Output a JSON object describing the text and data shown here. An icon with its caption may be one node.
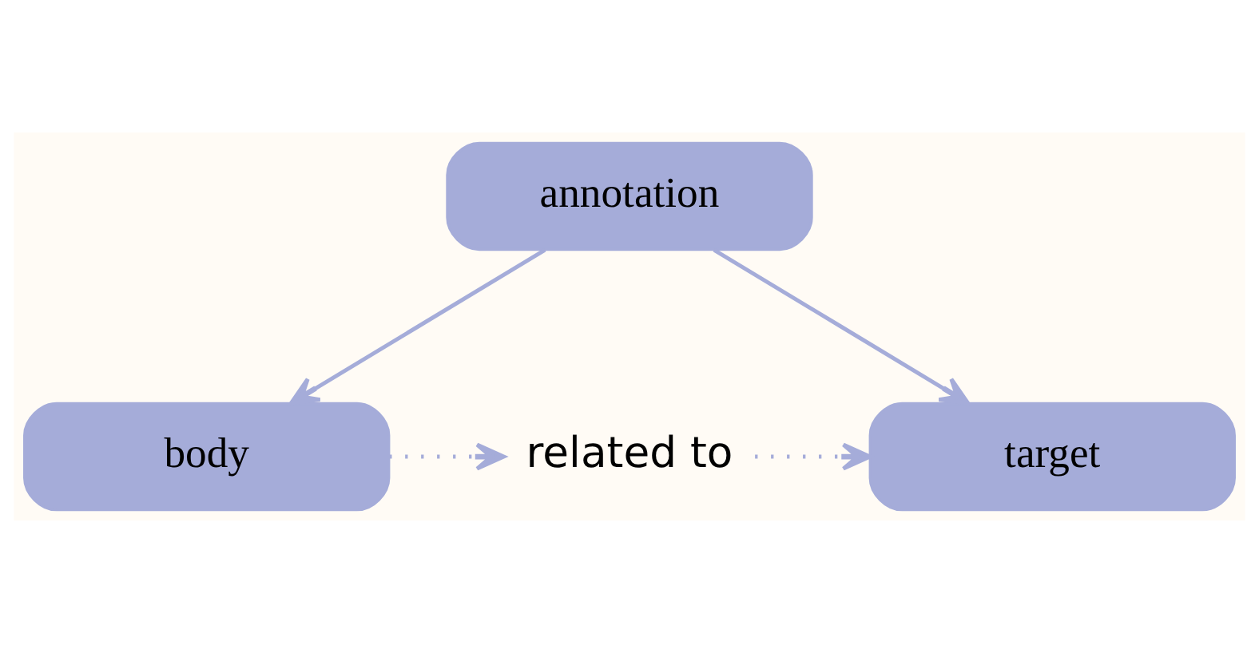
{
  "diagram": {
    "nodes": [
      {
        "text": [
          "annotation"
        ]
      },
      {
        "text": [
          "body"
        ]
      },
      {
        "text": [
          "related to"
        ]
      },
      {
        "text": [
          "target"
        ]
      }
    ],
    "edges": [
      {
        "from": 0,
        "to": 1,
        "arrow": "to"
      },
      {
        "from": 0,
        "to": 3,
        "arrow": "to"
      },
      {
        "from": 1,
        "to": 2,
        "arrow": "to",
        "style": "dashed"
      },
      {
        "from": 2,
        "to": 3,
        "arrow": "to",
        "style": "dashed"
      }
    ]
  }
}
